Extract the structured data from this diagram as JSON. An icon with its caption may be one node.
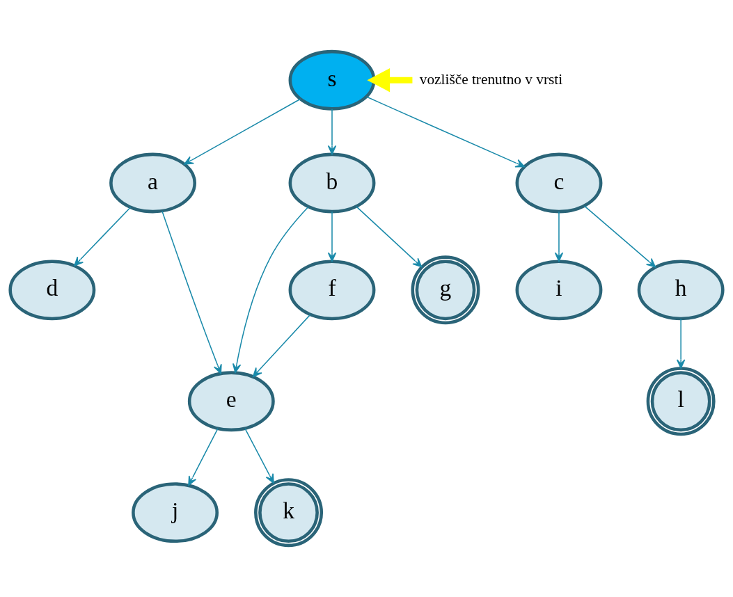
{
  "diagram": {
    "nodes": [
      {
        "text": [
          "s"
        ]
      },
      {
        "text": [
          "a"
        ]
      },
      {
        "text": [
          "b"
        ]
      },
      {
        "text": [
          "c"
        ]
      },
      {
        "text": [
          "d"
        ]
      },
      {
        "text": [
          "e"
        ]
      },
      {
        "text": [
          "f"
        ]
      },
      {
        "text": [
          "g"
        ]
      },
      {
        "text": [
          "i"
        ]
      },
      {
        "text": [
          "h"
        ]
      },
      {
        "text": [
          "j"
        ]
      },
      {
        "text": [
          "k"
        ]
      },
      {
        "text": [
          "l"
        ]
      },
      {
        "text": [
          "vozlišče trenutno v vrsti"
        ]
      }
    ],
    "edges": [
      {
        "from": 0,
        "to": 1,
        "arrow": "to"
      },
      {
        "from": 0,
        "to": 2,
        "arrow": "to"
      },
      {
        "from": 0,
        "to": 3,
        "arrow": "to"
      },
      {
        "from": 1,
        "to": 4,
        "arrow": "to"
      },
      {
        "from": 1,
        "to": 5,
        "arrow": "to"
      },
      {
        "from": 2,
        "to": 5,
        "arrow": "to"
      },
      {
        "from": 2,
        "to": 6,
        "arrow": "to"
      },
      {
        "from": 2,
        "to": 7,
        "arrow": "to"
      },
      {
        "from": 6,
        "to": 5,
        "arrow": "to"
      },
      {
        "from": 3,
        "to": 9,
        "arrow": "to"
      },
      {
        "from": 3,
        "to": 8,
        "arrow": "to"
      },
      {
        "from": 5,
        "to": 10,
        "arrow": "to"
      },
      {
        "from": 5,
        "to": 11,
        "arrow": "to"
      },
      {
        "from": 9,
        "to": 12,
        "arrow": "to"
      },
      {
        "from": 13,
        "to": 0,
        "arrow": "to",
        "style": "thick",
        "color": "#ffff00"
      }
    ]
  }
}
